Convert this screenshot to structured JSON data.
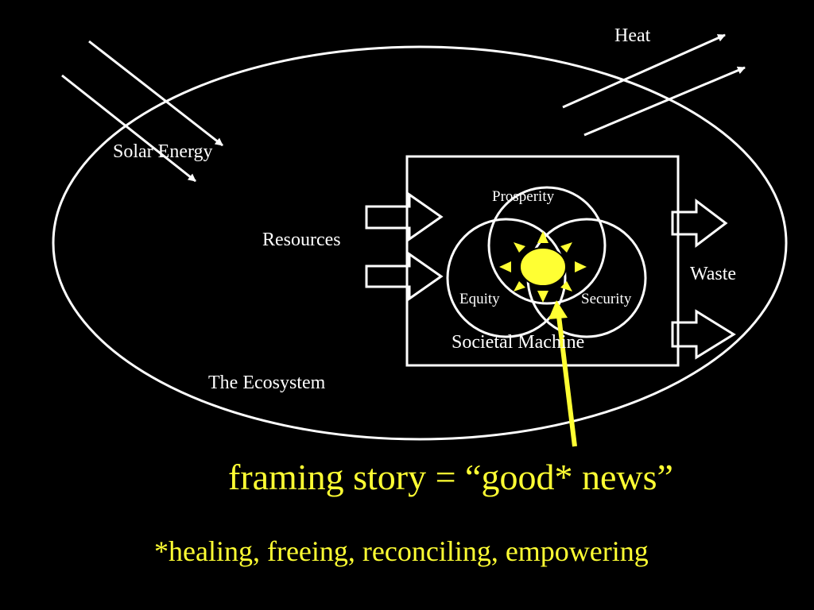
{
  "labels": {
    "heat": "Heat",
    "solar_energy": "Solar Energy",
    "resources": "Resources",
    "waste": "Waste",
    "prosperity": "Prosperity",
    "equity": "Equity",
    "security": "Security",
    "societal_machine": "Societal Machine",
    "ecosystem": "The Ecosystem"
  },
  "headline": "framing story = “good* news”",
  "footnote": "*healing, freeing, reconciling, empowering",
  "colors": {
    "background": "#000000",
    "line": "#ffffff",
    "accent": "#ffff33"
  }
}
